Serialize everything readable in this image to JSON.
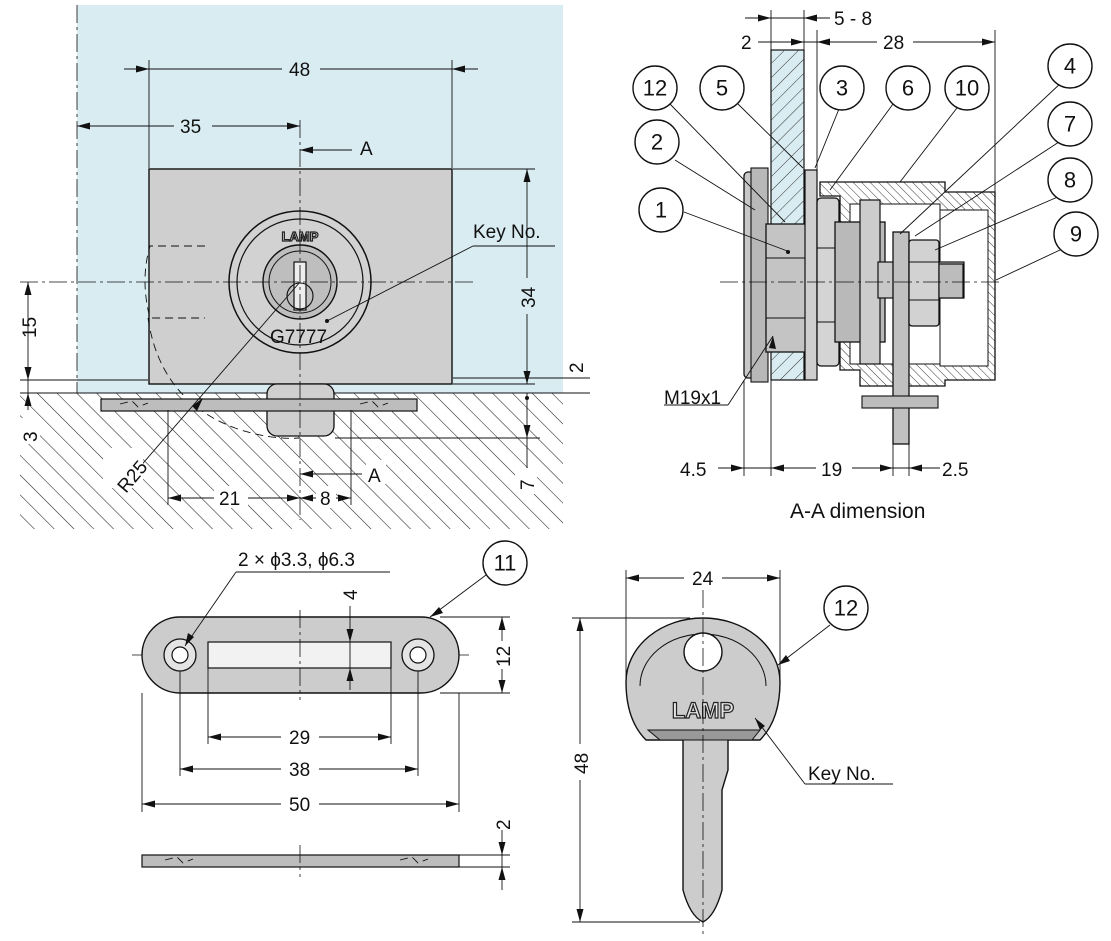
{
  "front_view": {
    "dims": {
      "w48": "48",
      "w35": "35",
      "h34": "34",
      "h15": "15",
      "h2": "2",
      "h3": "3",
      "h7": "7",
      "w21": "21",
      "w8": "8",
      "r25": "R25"
    },
    "section_mark": "A",
    "key_no_label": "Key No.",
    "brand": "LAMP",
    "key_code": "G7777"
  },
  "section_view": {
    "dims": {
      "d2": "2",
      "d5_8": "5 - 8",
      "d28": "28",
      "d4_5": "4.5",
      "d19": "19",
      "d2_5": "2.5"
    },
    "thread_label": "M19x1",
    "caption": "A-A dimension",
    "bubbles": [
      "12",
      "5",
      "3",
      "6",
      "10",
      "4",
      "2",
      "7",
      "1",
      "8",
      "9"
    ]
  },
  "strike_plate": {
    "hole_note": "2 × ϕ3.3, ϕ6.3",
    "dims": {
      "d4": "4",
      "d12": "12",
      "d29": "29",
      "d38": "38",
      "d50": "50",
      "d2": "2"
    },
    "bubble": "11"
  },
  "key": {
    "dims": {
      "d24": "24",
      "d48": "48"
    },
    "bubble": "12",
    "brand": "LAMP",
    "key_no_label": "Key No."
  }
}
